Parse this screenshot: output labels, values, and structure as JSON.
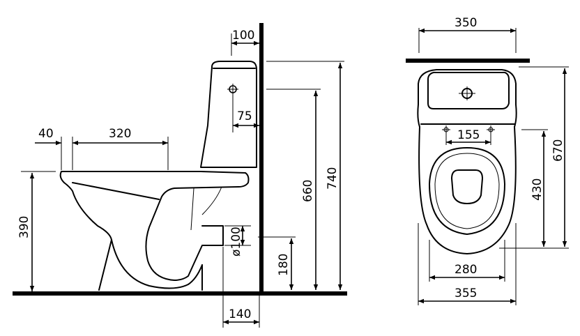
{
  "side_view": {
    "dimensions": {
      "cistern_offset": "100",
      "inlet_offset": "75",
      "rim_front": "40",
      "rim_depth": "320",
      "seat_height": "390",
      "outlet_diameter": "ø100",
      "outlet_height": "180",
      "inlet_height": "660",
      "total_height": "740",
      "outlet_length": "140"
    }
  },
  "top_view": {
    "dimensions": {
      "tank_width": "350",
      "seat_fixing_spacing": "155",
      "seat_fixing_depth": "430",
      "total_depth": "670",
      "bowl_width": "280",
      "overall_width": "355"
    }
  }
}
